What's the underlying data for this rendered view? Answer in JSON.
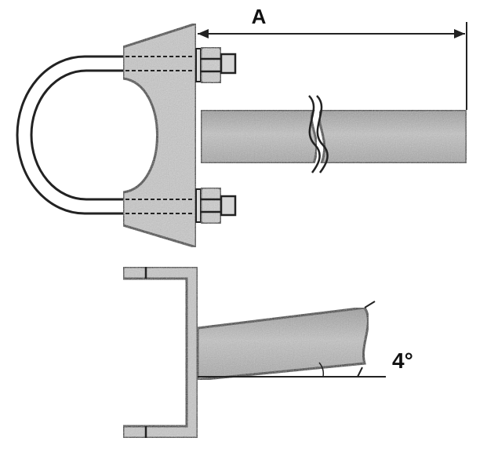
{
  "labels": {
    "dimension": "A",
    "angle": "4°"
  },
  "colors": {
    "stroke": "#222222",
    "metal": "#bdbdbd",
    "metal_light": "#d0d0d0",
    "metal_dark": "#8e8e8e",
    "background": "#ffffff"
  },
  "parts": {
    "top_view": [
      "u-bolt",
      "clamp-block",
      "nuts",
      "washers",
      "pipe"
    ],
    "side_view": [
      "channel-bracket",
      "pipe"
    ]
  }
}
